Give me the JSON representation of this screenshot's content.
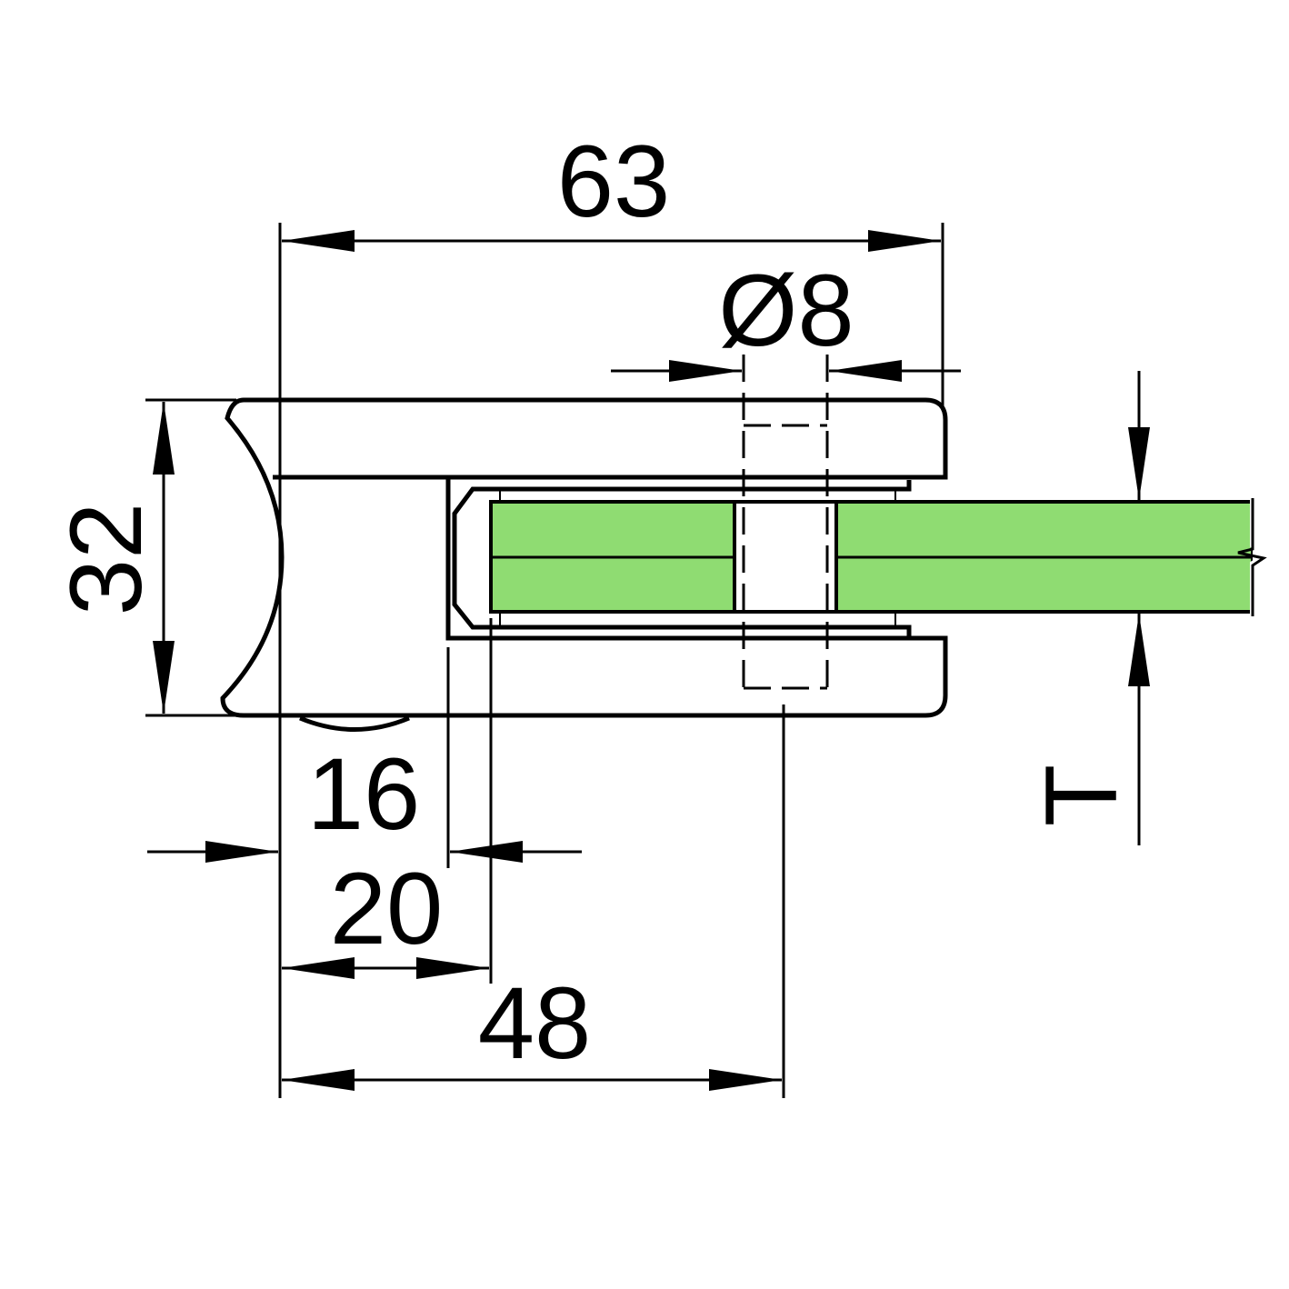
{
  "dimensions": {
    "width": "63",
    "hole": "Ø8",
    "height": "32",
    "gap": "16",
    "inner": "20",
    "hole_pos": "48",
    "glass": "T"
  },
  "colors": {
    "glass": "#8fdc72",
    "line": "#000000"
  }
}
